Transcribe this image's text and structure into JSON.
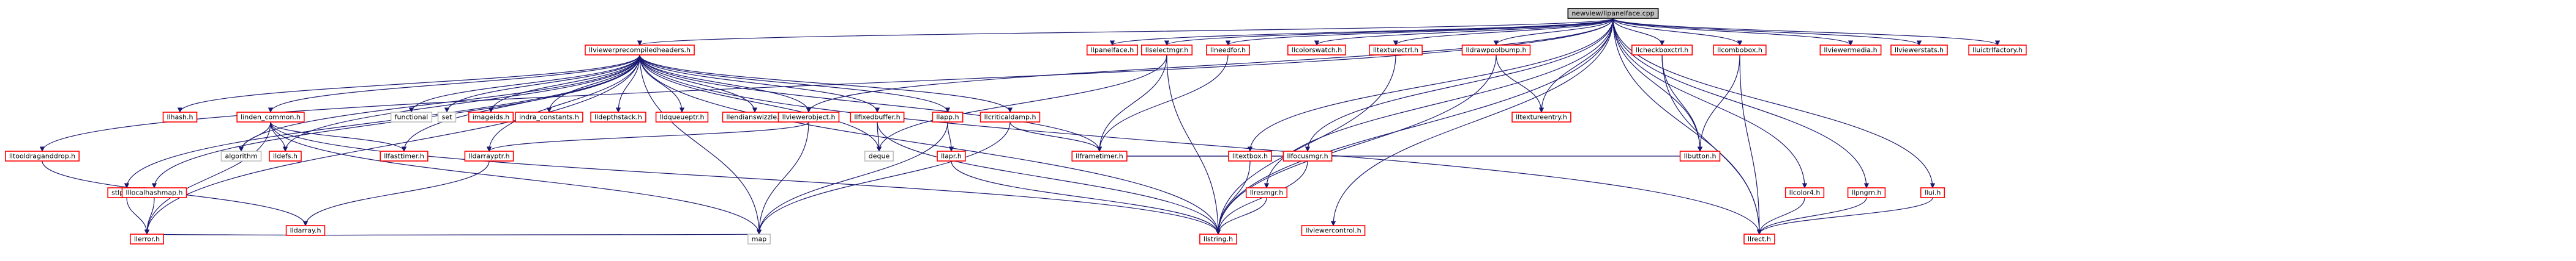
{
  "colors": {
    "edge": "#191970",
    "link_border": "#ff0000",
    "plain_border": "#bfbfbf",
    "root_fill": "#bfbfbf",
    "root_border": "#000000"
  },
  "nodes": [
    {
      "id": "root",
      "label": "newview/llpanelface.cpp",
      "kind": "root"
    },
    {
      "id": "vph",
      "label": "llviewerprecompiledheaders.h",
      "kind": "link"
    },
    {
      "id": "panelface",
      "label": "llpanelface.h",
      "kind": "link"
    },
    {
      "id": "selectmgr",
      "label": "llselectmgr.h",
      "kind": "link"
    },
    {
      "id": "readfor",
      "label": "llneedfor.h",
      "kind": "link"
    },
    {
      "id": "colorswatch",
      "label": "llcolorswatch.h",
      "kind": "link"
    },
    {
      "id": "texturectrl",
      "label": "lltexturectrl.h",
      "kind": "link"
    },
    {
      "id": "drawpool",
      "label": "lldrawpoolbump.h",
      "kind": "link"
    },
    {
      "id": "checkboxctrl",
      "label": "llcheckboxctrl.h",
      "kind": "link"
    },
    {
      "id": "combobox",
      "label": "llcombobox.h",
      "kind": "link"
    },
    {
      "id": "viewermedia",
      "label": "llviewermedia.h",
      "kind": "link"
    },
    {
      "id": "viewerstats",
      "label": "llviewerstats.h",
      "kind": "link"
    },
    {
      "id": "uictrlfactory",
      "label": "lluictrlfactory.h",
      "kind": "link"
    },
    {
      "id": "hash",
      "label": "llhash.h",
      "kind": "link"
    },
    {
      "id": "lindencommon",
      "label": "linden_common.h",
      "kind": "link"
    },
    {
      "id": "functional",
      "label": "functional",
      "kind": "plain"
    },
    {
      "id": "set",
      "label": "set",
      "kind": "plain"
    },
    {
      "id": "imageids",
      "label": "imageids.h",
      "kind": "link"
    },
    {
      "id": "indraconst",
      "label": "indra_constants.h",
      "kind": "link"
    },
    {
      "id": "depthstack",
      "label": "lldepthstack.h",
      "kind": "link"
    },
    {
      "id": "queueptr",
      "label": "lldqueueptr.h",
      "kind": "link"
    },
    {
      "id": "endianswizzle",
      "label": "llendianswizzle.h",
      "kind": "link"
    },
    {
      "id": "viewerobject",
      "label": "llviewerobject.h",
      "kind": "link"
    },
    {
      "id": "fixedbuffer",
      "label": "llfixedbuffer.h",
      "kind": "link"
    },
    {
      "id": "llapp",
      "label": "llapp.h",
      "kind": "link"
    },
    {
      "id": "criticaldamp",
      "label": "llcriticaldamp.h",
      "kind": "link"
    },
    {
      "id": "textureentry",
      "label": "lltextureentry.h",
      "kind": "link"
    },
    {
      "id": "dragandrop",
      "label": "lltooldraganddrop.h",
      "kind": "link"
    },
    {
      "id": "algorithm",
      "label": "algorithm",
      "kind": "plain"
    },
    {
      "id": "lldefs",
      "label": "lldefs.h",
      "kind": "link"
    },
    {
      "id": "fasttimer",
      "label": "llfasttimer.h",
      "kind": "link"
    },
    {
      "id": "darrayptr",
      "label": "lldarrayptr.h",
      "kind": "link"
    },
    {
      "id": "deque",
      "label": "deque",
      "kind": "plain"
    },
    {
      "id": "llapr",
      "label": "llapr.h",
      "kind": "link"
    },
    {
      "id": "frametimer",
      "label": "llframetimer.h",
      "kind": "link"
    },
    {
      "id": "focusmgr",
      "label": "llfocusmgr.h",
      "kind": "link"
    },
    {
      "id": "textbox",
      "label": "lltextbox.h",
      "kind": "link"
    },
    {
      "id": "button",
      "label": "llbutton.h",
      "kind": "link"
    },
    {
      "id": "llstring",
      "label": "llstring.h",
      "kind": "link"
    },
    {
      "id": "stlpack",
      "label": "stlpack.h",
      "kind": "link"
    },
    {
      "id": "localhashmap",
      "label": "lllocalhashmap.h",
      "kind": "link"
    },
    {
      "id": "darray",
      "label": "lldarray.h",
      "kind": "link"
    },
    {
      "id": "errorh",
      "label": "llerror.h",
      "kind": "link"
    },
    {
      "id": "map",
      "label": "map",
      "kind": "plain"
    },
    {
      "id": "llresmgr",
      "label": "llresmgr.h",
      "kind": "link"
    },
    {
      "id": "viewercontrol",
      "label": "llviewercontrol.h",
      "kind": "link"
    },
    {
      "id": "llrect",
      "label": "llrect.h",
      "kind": "link"
    },
    {
      "id": "llpngrn",
      "label": "llpngrn.h",
      "kind": "link"
    },
    {
      "id": "llui",
      "label": "llui.h",
      "kind": "link"
    },
    {
      "id": "llcolor",
      "label": "llcolor4.h",
      "kind": "link"
    }
  ],
  "edges": [
    [
      "root",
      "vph"
    ],
    [
      "root",
      "panelface"
    ],
    [
      "root",
      "selectmgr"
    ],
    [
      "root",
      "readfor"
    ],
    [
      "root",
      "colorswatch"
    ],
    [
      "root",
      "texturectrl"
    ],
    [
      "root",
      "drawpool"
    ],
    [
      "root",
      "checkboxctrl"
    ],
    [
      "root",
      "combobox"
    ],
    [
      "root",
      "viewermedia"
    ],
    [
      "root",
      "viewerstats"
    ],
    [
      "root",
      "uictrlfactory"
    ],
    [
      "root",
      "dragandrop"
    ],
    [
      "root",
      "viewerobject"
    ],
    [
      "root",
      "llstring"
    ],
    [
      "root",
      "focusmgr"
    ],
    [
      "root",
      "textbox"
    ],
    [
      "root",
      "llresmgr"
    ],
    [
      "root",
      "viewercontrol"
    ],
    [
      "root",
      "llrect"
    ],
    [
      "root",
      "llpngrn"
    ],
    [
      "root",
      "llui"
    ],
    [
      "root",
      "llcolor"
    ],
    [
      "root",
      "textureentry"
    ],
    [
      "root",
      "button"
    ],
    [
      "vph",
      "hash"
    ],
    [
      "vph",
      "lindencommon"
    ],
    [
      "vph",
      "functional"
    ],
    [
      "vph",
      "set"
    ],
    [
      "vph",
      "imageids"
    ],
    [
      "vph",
      "indraconst"
    ],
    [
      "vph",
      "depthstack"
    ],
    [
      "vph",
      "queueptr"
    ],
    [
      "vph",
      "endianswizzle"
    ],
    [
      "vph",
      "viewerobject"
    ],
    [
      "vph",
      "fixedbuffer"
    ],
    [
      "vph",
      "llapp"
    ],
    [
      "vph",
      "criticaldamp"
    ],
    [
      "vph",
      "stlpack"
    ],
    [
      "vph",
      "localhashmap"
    ],
    [
      "vph",
      "algorithm"
    ],
    [
      "vph",
      "lldefs"
    ],
    [
      "vph",
      "fasttimer"
    ],
    [
      "vph",
      "darrayptr"
    ],
    [
      "vph",
      "deque"
    ],
    [
      "vph",
      "map"
    ],
    [
      "vph",
      "errorh"
    ],
    [
      "vph",
      "frametimer"
    ],
    [
      "vph",
      "llrect"
    ],
    [
      "vph",
      "llstring"
    ],
    [
      "lindencommon",
      "algorithm"
    ],
    [
      "lindencommon",
      "lldefs"
    ],
    [
      "lindencommon",
      "errorh"
    ],
    [
      "lindencommon",
      "llstring"
    ],
    [
      "lindencommon",
      "fasttimer"
    ],
    [
      "lindencommon",
      "map"
    ],
    [
      "selectmgr",
      "deque"
    ],
    [
      "selectmgr",
      "frametimer"
    ],
    [
      "selectmgr",
      "llstring"
    ],
    [
      "readfor",
      "frametimer"
    ],
    [
      "texturectrl",
      "llstring"
    ],
    [
      "drawpool",
      "textureentry"
    ],
    [
      "drawpool",
      "llstring"
    ],
    [
      "checkboxctrl",
      "button"
    ],
    [
      "checkboxctrl",
      "llrect"
    ],
    [
      "combobox",
      "button"
    ],
    [
      "combobox",
      "llrect"
    ],
    [
      "viewerobject",
      "map"
    ],
    [
      "viewerobject",
      "darrayptr"
    ],
    [
      "fixedbuffer",
      "deque"
    ],
    [
      "fixedbuffer",
      "llstring"
    ],
    [
      "llapp",
      "llapr"
    ],
    [
      "llapp",
      "map"
    ],
    [
      "criticaldamp",
      "map"
    ],
    [
      "criticaldamp",
      "frametimer"
    ],
    [
      "llapr",
      "llstring"
    ],
    [
      "focusmgr",
      "frametimer"
    ],
    [
      "focusmgr",
      "llstring"
    ],
    [
      "button",
      "frametimer"
    ],
    [
      "darrayptr",
      "darray"
    ],
    [
      "darray",
      "errorh"
    ],
    [
      "darray",
      "map"
    ],
    [
      "stlpack",
      "errorh"
    ],
    [
      "localhashmap",
      "errorh"
    ],
    [
      "dragandrop",
      "darray"
    ],
    [
      "llresmgr",
      "llstring"
    ],
    [
      "llpngrn",
      "llrect"
    ],
    [
      "llui",
      "llrect"
    ],
    [
      "llcolor",
      "llrect"
    ],
    [
      "textbox",
      "llstring"
    ]
  ]
}
